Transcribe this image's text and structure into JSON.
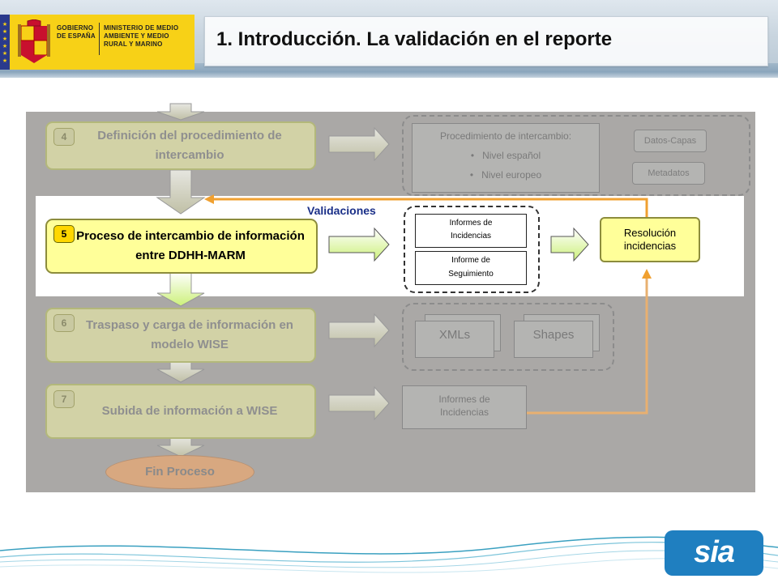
{
  "header": {
    "gobierno": "GOBIERNO DE ESPAÑA",
    "ministerio": "MINISTERIO DE MEDIO AMBIENTE Y MEDIO RURAL Y MARINO",
    "title": "1. Introducción. La validación en el reporte"
  },
  "flow": {
    "step4": {
      "num": "4",
      "text": "Definición del procedimiento de intercambio"
    },
    "step5": {
      "num": "5",
      "text": "Proceso de intercambio de información entre DDHH-MARM"
    },
    "step6": {
      "num": "6",
      "text": "Traspaso y carga de información en modelo WISE"
    },
    "step7": {
      "num": "7",
      "text": "Subida de información a WISE"
    },
    "fin": "Fin Proceso"
  },
  "outputs": {
    "procedimiento_title": "Procedimiento de intercambio:",
    "nivel_es": "Nivel español",
    "nivel_eu": "Nivel europeo",
    "datos_capas": "Datos-Capas",
    "metadatos": "Metadatos",
    "informes_incidencias": "Informes de Incidencias",
    "informe_seguimiento": "Informe de Seguimiento",
    "xmls": "XMLs",
    "shapes": "Shapes",
    "informes_incidencias_7": "Informes de Incidencias",
    "resolucion": "Resolución incidencias",
    "validaciones": "Validaciones"
  },
  "logo": {
    "text": "sia"
  },
  "colors": {
    "active": "#ffff99",
    "arrow_orange": "#f0a030",
    "validation_text": "#1a2f88",
    "sia_blue": "#1f7fc0"
  }
}
